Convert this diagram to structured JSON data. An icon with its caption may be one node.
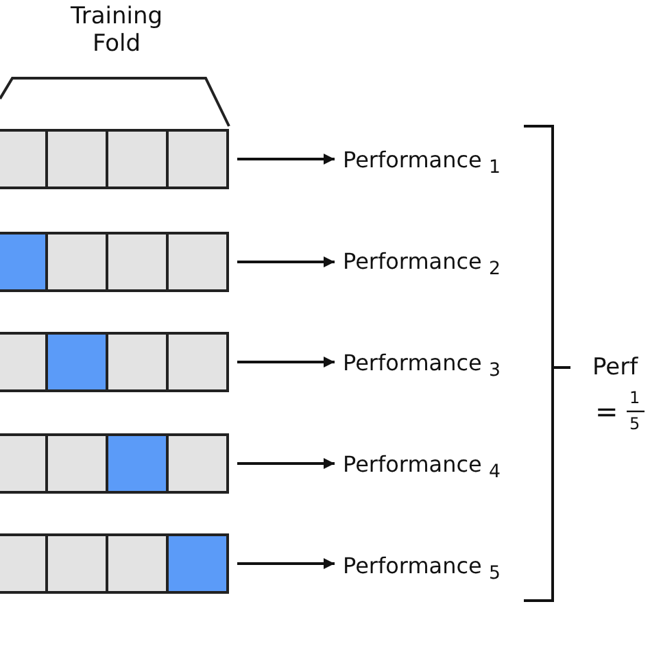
{
  "diagram": {
    "nodes": [
      {
        "text": [],
        "shape": "bar"
      },
      {
        "text": [],
        "shape": "bar"
      },
      {
        "text": [],
        "shape": "bar"
      },
      {
        "text": [],
        "shape": "bar"
      },
      {
        "text": [],
        "shape": "bar"
      },
      {
        "text": [
          "Performance $_{1}$"
        ]
      },
      {
        "text": [
          "Performance $_{2}$"
        ]
      },
      {
        "text": [
          "Performance $_{3}$"
        ]
      },
      {
        "text": [
          "Performance $_{4}$"
        ]
      },
      {
        "text": [
          "Performance $_{5}$"
        ]
      }
    ],
    "edges": [
      {
        "from": 0,
        "to": 5,
        "arrow": "to"
      },
      {
        "from": 1,
        "to": 6,
        "arrow": "to"
      },
      {
        "from": 2,
        "to": 7,
        "arrow": "to"
      },
      {
        "from": 3,
        "to": 8,
        "arrow": "to"
      },
      {
        "from": 4,
        "to": 9,
        "arrow": "to"
      }
    ],
    "labels": [
      "Training Fold",
      "Perf",
      "=",
      "1",
      "5"
    ]
  }
}
